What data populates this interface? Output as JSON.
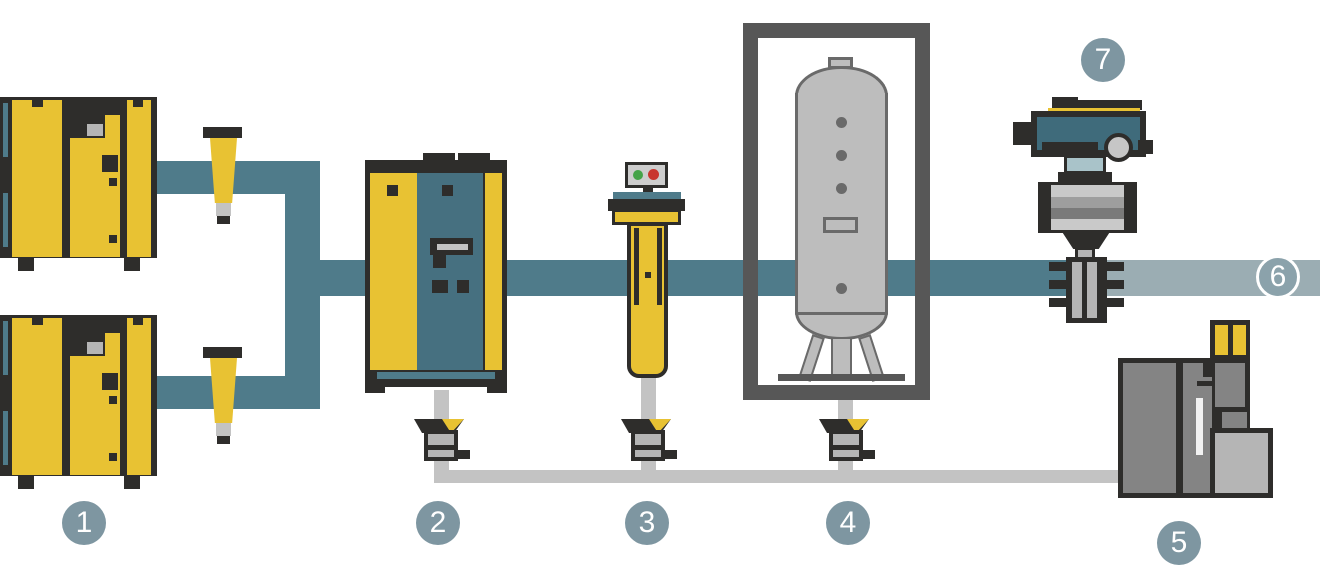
{
  "diagram": {
    "kind": "compressed-air-station-schematic",
    "badges": [
      {
        "number": "1"
      },
      {
        "number": "2"
      },
      {
        "number": "3"
      },
      {
        "number": "4"
      },
      {
        "number": "5"
      },
      {
        "number": "6"
      },
      {
        "number": "7"
      }
    ]
  },
  "colors": {
    "yellow": "#e8c233",
    "ink": "#2e2d2b",
    "pipe_teal": "#4f7b8a",
    "panel_teal": "#467080",
    "valve_teal": "#3f6b7b",
    "pipe_light": "#9badb3",
    "badge_fill": "#7e96a1",
    "badge_on_pipe": "#8ba2ab",
    "condensate": "#c3c3c3",
    "metal": "#bdbdbd",
    "metal_outline": "#6a6a6a",
    "frame": "#575757",
    "unit_gray": "#848484",
    "unit_light": "#b5b5b5",
    "band_light": "#c9c9c9",
    "band_mid": "#9e9e9e",
    "band_dark": "#7a7a7a",
    "gauge_gray": "#cdcdcd",
    "green": "#44a348",
    "red": "#c8352e",
    "connector": "#a9c3c9",
    "slot_white": "#f2f2f2",
    "vent_gray": "#b5b5b5"
  }
}
